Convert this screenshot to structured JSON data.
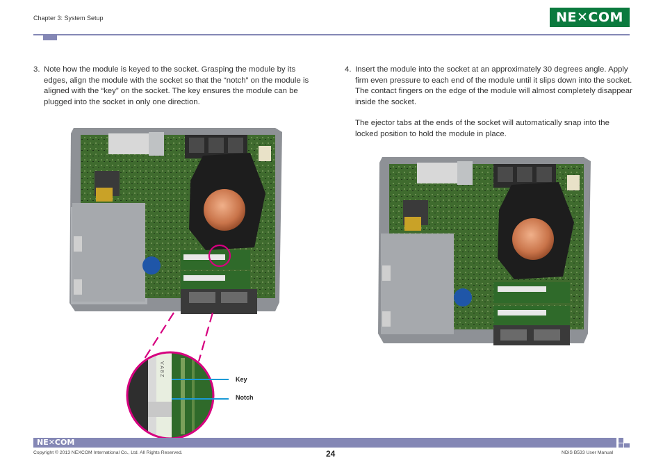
{
  "header": {
    "chapter": "Chapter 3: System Setup",
    "logo_text": "NE✕COM"
  },
  "steps": [
    {
      "number": "3.",
      "text": "Note how the module is keyed to the socket. Grasping the module by its edges, align the module with the socket so that the “notch” on the module is aligned with the “key” on the socket. The key ensures the module can be plugged into the socket in only one direction."
    },
    {
      "number": "4.",
      "text": "Insert the module into the socket at an approximately 30 degrees angle. Apply firm even pressure to each end of the module until it slips down into the socket. The contact fingers on the edge of the module will almost completely disappear inside the socket.",
      "extra": "The ejector tabs at the ends of the socket will automatically snap into the locked position to hold the module in place."
    }
  ],
  "callouts": {
    "key": "Key",
    "notch": "Notch",
    "zoom_chip_text": "V A 8 Z"
  },
  "colors": {
    "accent": "#8487b5",
    "logo_green": "#0b7a3e",
    "callout_magenta": "#d6007f",
    "callout_blue": "#1a9ad6"
  },
  "footer": {
    "logo_text": "NE✕COM",
    "copyright": "Copyright © 2013 NEXCOM International Co., Ltd. All Rights Reserved.",
    "page_number": "24",
    "manual": "NDiS B533 User Manual"
  }
}
